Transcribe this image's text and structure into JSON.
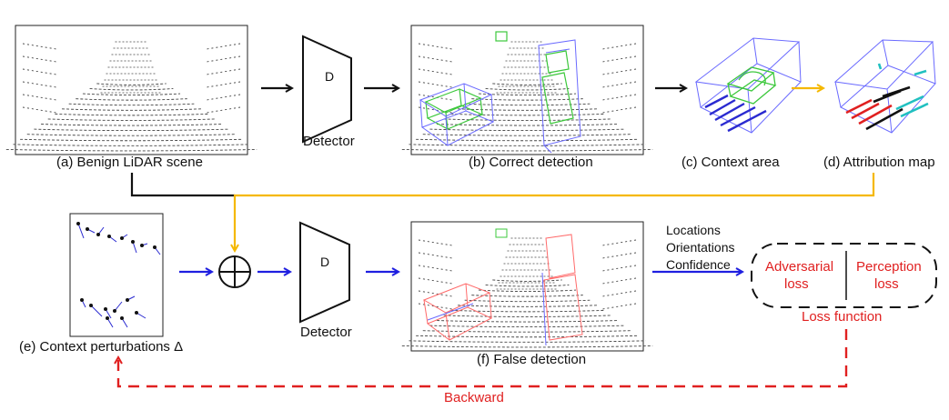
{
  "detector": {
    "letter": "D",
    "label": "Detector"
  },
  "captions": {
    "a": "(a) Benign LiDAR scene",
    "b": "(b) Correct detection",
    "c": "(c) Context area",
    "d": "(d) Attribution map",
    "e": "(e) Context perturbations Δ",
    "f": "(f) False detection"
  },
  "outputs": [
    "Locations",
    "Orientations",
    "Confidence"
  ],
  "loss": {
    "adversarial": [
      "Adversarial",
      "loss"
    ],
    "perception": [
      "Perception",
      "loss"
    ],
    "title": "Loss function"
  },
  "backward": "Backward",
  "colors": {
    "black_arrow": "#111111",
    "orange_arrow": "#f5b800",
    "blue_arrow": "#1f1fe0",
    "red_dashed": "#e02020",
    "detection_green": "#3cc83c",
    "box_blue": "#6a6aff",
    "box_red": "#ff6a6a"
  },
  "icons": [
    "oplus-icon",
    "detector-trapezoid-icon"
  ]
}
